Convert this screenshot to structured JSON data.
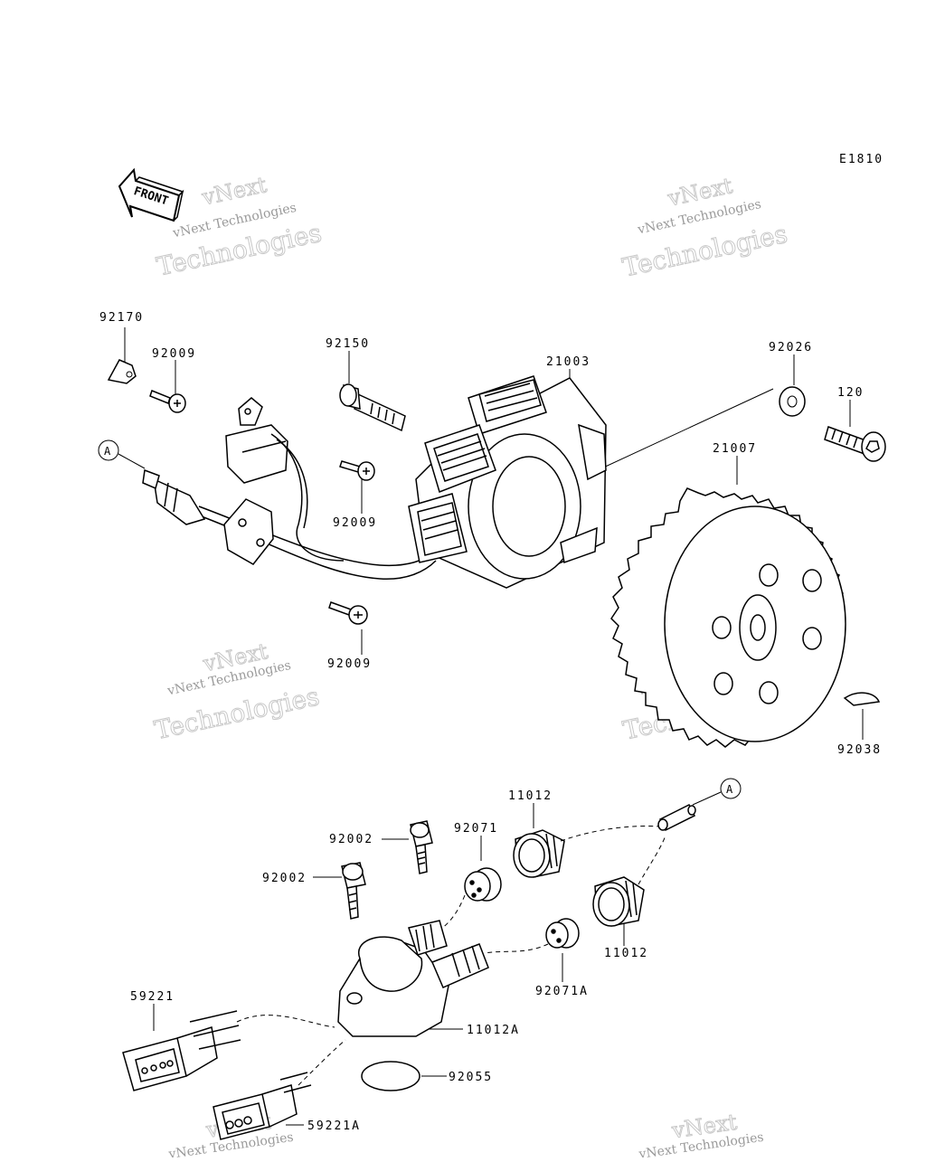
{
  "diagram": {
    "code": "E1810",
    "front_label": "FRONT",
    "ref_marker": "A",
    "watermark": {
      "line1": "vNext",
      "line2": "vNext Technologies",
      "line3": "Technologies"
    }
  },
  "parts": {
    "p92170": "92170",
    "p92009a": "92009",
    "p92150": "92150",
    "p21003": "21003",
    "p92026": "92026",
    "p120": "120",
    "p21007": "21007",
    "p92009b": "92009",
    "p92009c": "92009",
    "p92038": "92038",
    "p11012a": "11012",
    "p92071": "92071",
    "p92002a": "92002",
    "p92002b": "92002",
    "p11012b": "11012",
    "p92071A": "92071A",
    "p59221": "59221",
    "p11012A": "11012A",
    "p92055": "92055",
    "p59221A": "59221A"
  }
}
